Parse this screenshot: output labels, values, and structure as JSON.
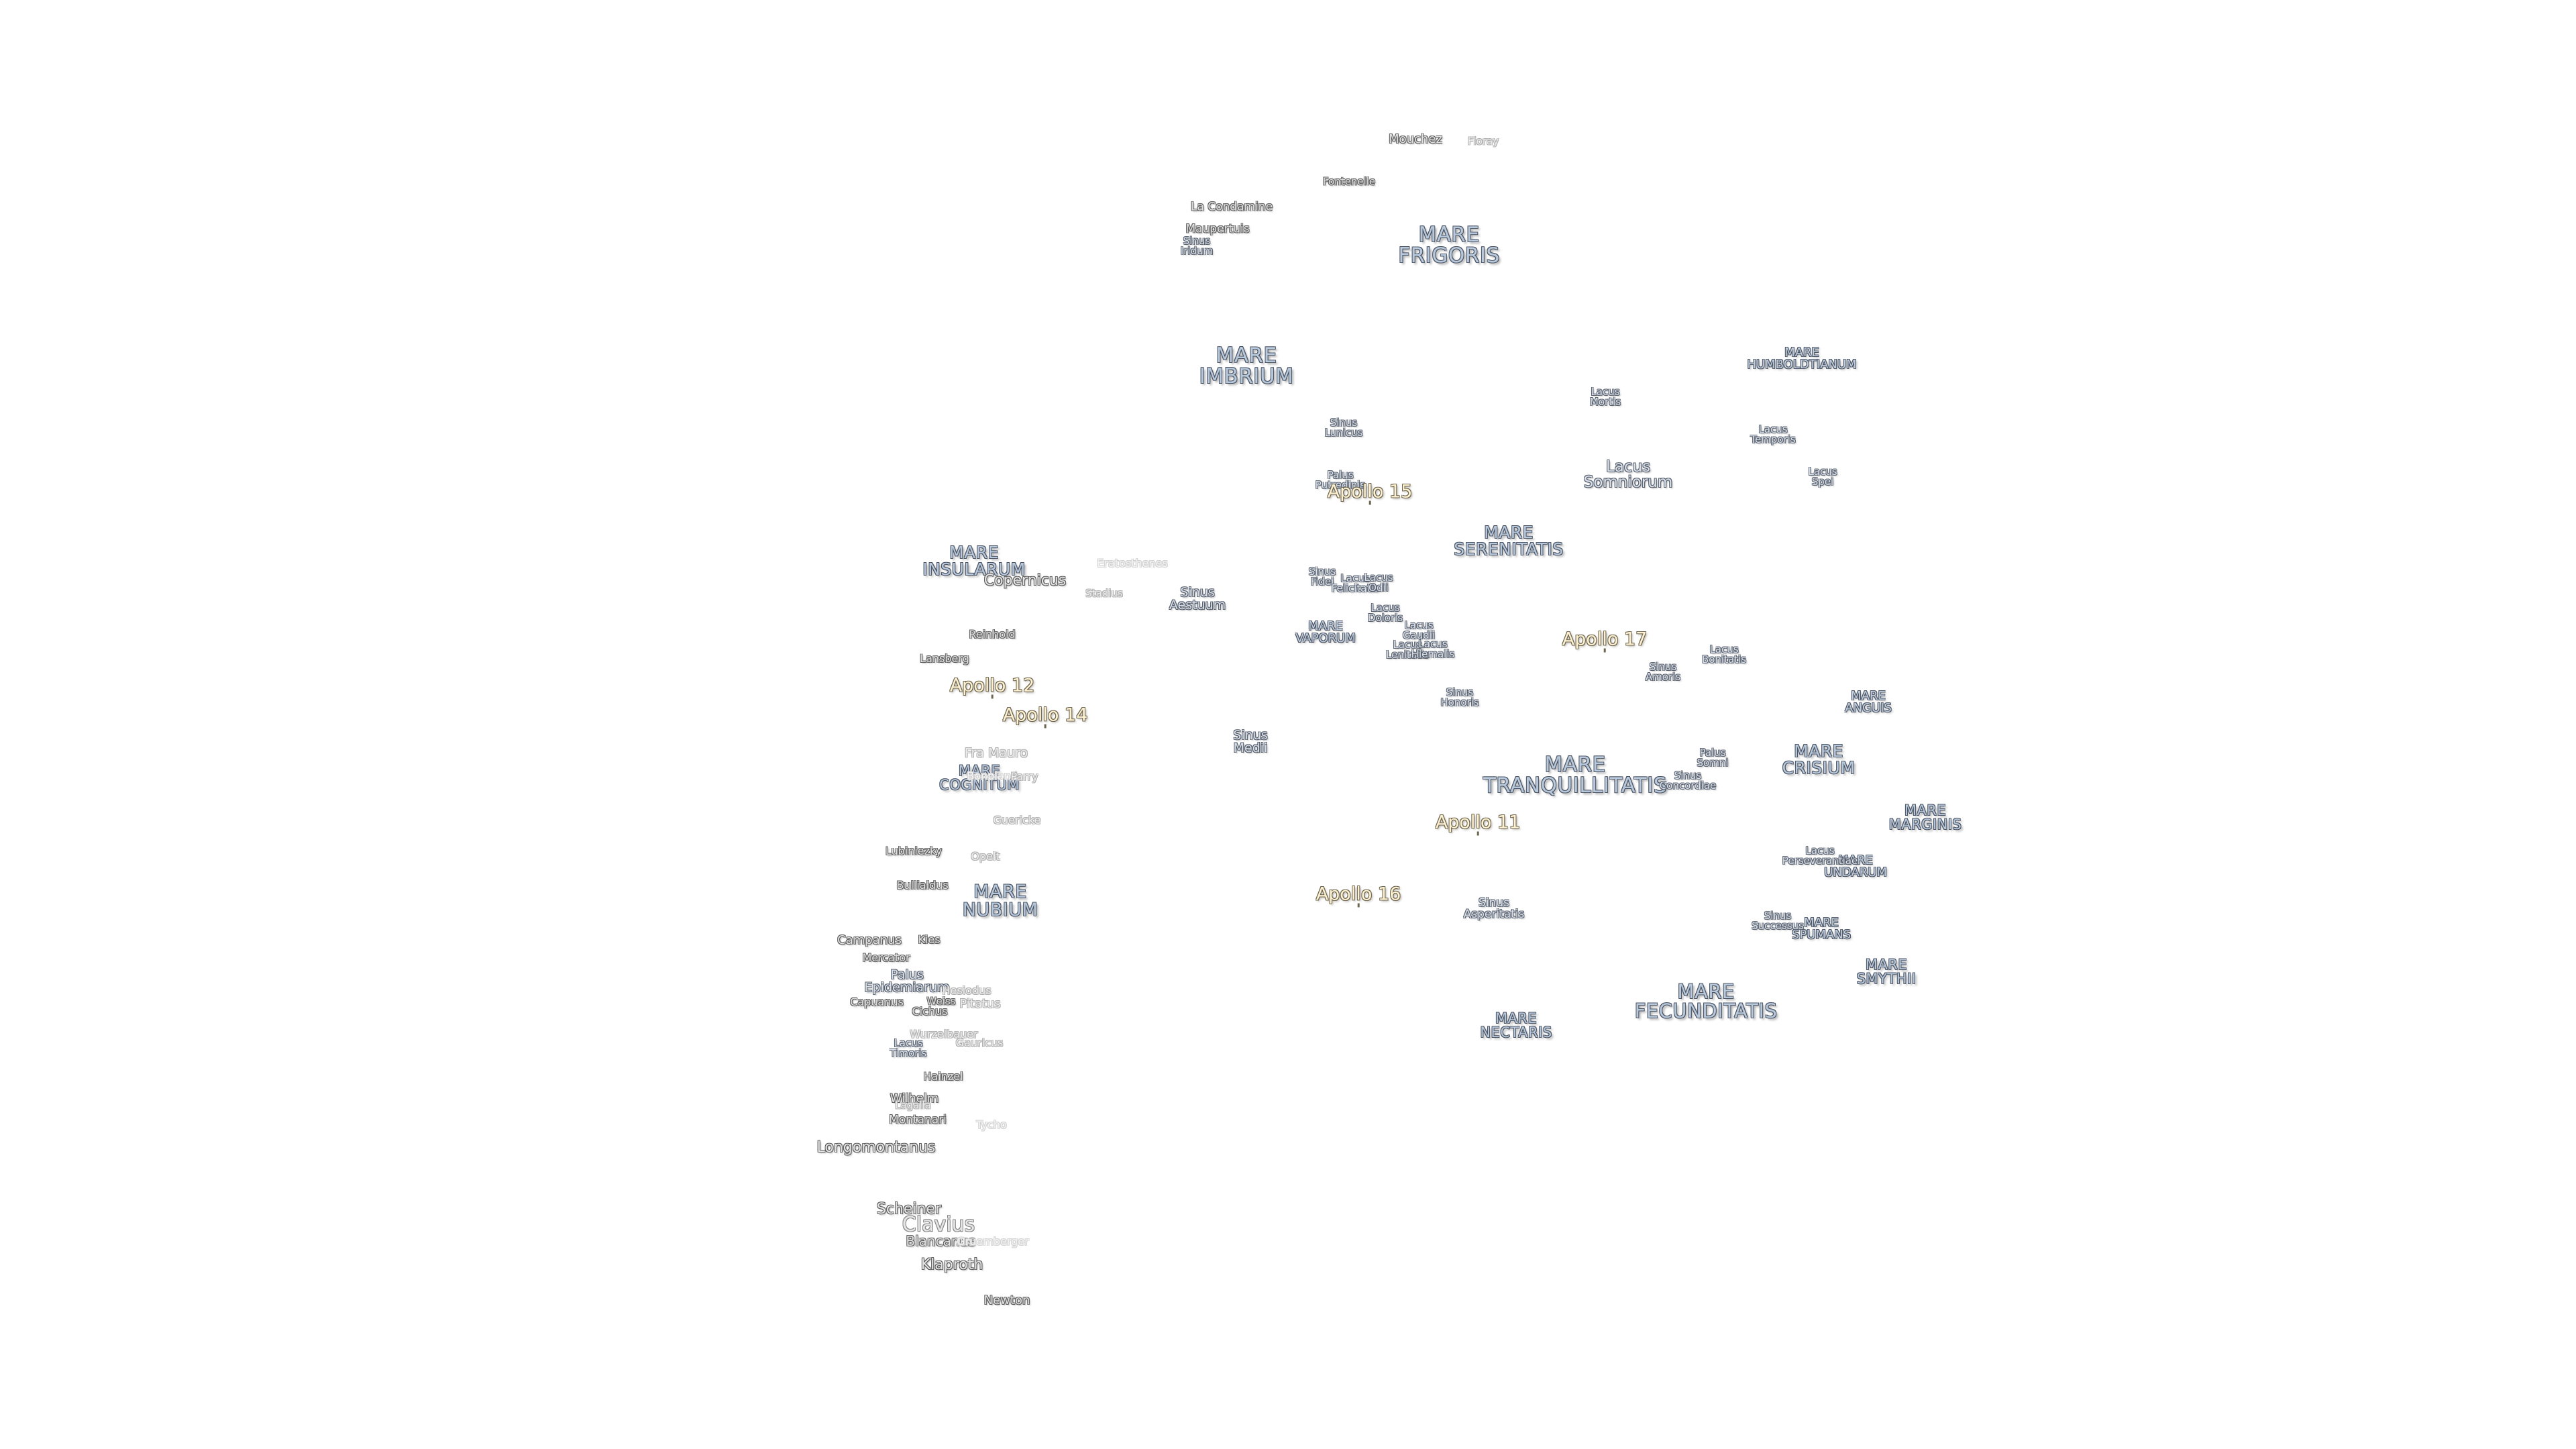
{
  "map": {
    "colors": {
      "mare_fill": "#b9c9dc",
      "mare_outline": "#4c5565",
      "crater_fill": "#e2e2e2",
      "crater_outline": "#5f5f5f",
      "apollo_fill": "#fff2d3",
      "apollo_outline": "#6d6650"
    },
    "maria": [
      {
        "id": "mare-frigoris",
        "text": "MARE\nFRIGORIS"
      },
      {
        "id": "mare-imbrium",
        "text": "MARE\nIMBRIUM"
      },
      {
        "id": "mare-serenitatis",
        "text": "MARE\nSERENITATIS"
      },
      {
        "id": "mare-insularum",
        "text": "MARE\nINSULARUM"
      },
      {
        "id": "mare-tranquillitatis",
        "text": "MARE\nTRANQUILLITATIS"
      },
      {
        "id": "mare-crisium",
        "text": "MARE\nCRISIUM"
      },
      {
        "id": "mare-cognitum",
        "text": "MARE\nCOGNITUM"
      },
      {
        "id": "mare-nubium",
        "text": "MARE\nNUBIUM"
      },
      {
        "id": "mare-fecunditatis",
        "text": "MARE\nFECUNDITATIS"
      },
      {
        "id": "mare-nectaris",
        "text": "MARE\nNECTARIS"
      },
      {
        "id": "mare-marginis",
        "text": "MARE\nMARGINIS"
      },
      {
        "id": "mare-smythii",
        "text": "MARE\nSMYTHII"
      },
      {
        "id": "mare-humboldtianum",
        "text": "MARE\nHUMBOLDTIANUM"
      },
      {
        "id": "mare-vaporum",
        "text": "MARE\nVAPORUM"
      },
      {
        "id": "mare-anguis",
        "text": "MARE\nANGUIS"
      },
      {
        "id": "mare-undarum",
        "text": "MARE\nUNDARUM"
      },
      {
        "id": "mare-spumans",
        "text": "MARE\nSPUMANS"
      }
    ],
    "features": [
      {
        "id": "lacus-somniorum",
        "text": "Lacus\nSomniorum"
      },
      {
        "id": "sinus-aestuum",
        "text": "Sinus\nAestuum"
      },
      {
        "id": "sinus-medii",
        "text": "Sinus\nMedii"
      },
      {
        "id": "sinus-iridum",
        "text": "Sinus\nIridum"
      },
      {
        "id": "sinus-lunicus",
        "text": "Sinus\nLunicus"
      },
      {
        "id": "palus-putredinis",
        "text": "Palus\nPutredinis"
      },
      {
        "id": "lacus-mortis",
        "text": "Lacus\nMortis"
      },
      {
        "id": "lacus-temporis",
        "text": "Lacus\nTemporis"
      },
      {
        "id": "lacus-spei",
        "text": "Lacus\nSpei"
      },
      {
        "id": "sinus-fidei",
        "text": "Sinus\nFidei"
      },
      {
        "id": "lacus-felicitatis",
        "text": "Lacus\nFelicitatis"
      },
      {
        "id": "lacus-odii",
        "text": "Lacus\nOdii"
      },
      {
        "id": "lacus-doloris",
        "text": "Lacus\nDoloris"
      },
      {
        "id": "lacus-gaudii",
        "text": "Lacus\nGaudii"
      },
      {
        "id": "lacus-lenitatis",
        "text": "Lacus\nLenitatis"
      },
      {
        "id": "lacus-hiemalis",
        "text": "Lacus\nHiemalis"
      },
      {
        "id": "sinus-honoris",
        "text": "Sinus\nHonoris"
      },
      {
        "id": "sinus-amoris",
        "text": "Sinus\nAmoris"
      },
      {
        "id": "lacus-bonitatis",
        "text": "Lacus\nBonitatis"
      },
      {
        "id": "palus-somni",
        "text": "Palus\nSomni"
      },
      {
        "id": "sinus-concordiae",
        "text": "Sinus\nConcordiae"
      },
      {
        "id": "lacus-perseverantiae",
        "text": "Lacus\nPerseverantiae"
      },
      {
        "id": "sinus-successus",
        "text": "Sinus\nSuccessus"
      },
      {
        "id": "sinus-asperitatis",
        "text": "Sinus\nAsperitatis"
      },
      {
        "id": "palus-epidemiarum",
        "text": "Palus\nEpidemiarum"
      },
      {
        "id": "lacus-timoris",
        "text": "Lacus\nTimoris"
      }
    ],
    "craters": [
      {
        "id": "mouchez",
        "text": "Mouchez"
      },
      {
        "id": "fontenelle",
        "text": "Fontenelle"
      },
      {
        "id": "la-condamine",
        "text": "La Condamine"
      },
      {
        "id": "maupertuis",
        "text": "Maupertuis"
      },
      {
        "id": "copernicus",
        "text": "Copernicus"
      },
      {
        "id": "reinhold",
        "text": "Reinhold"
      },
      {
        "id": "lansberg",
        "text": "Lansberg"
      },
      {
        "id": "lubiniezky",
        "text": "Lubiniezky"
      },
      {
        "id": "bullialdus",
        "text": "Bullialdus"
      },
      {
        "id": "campanus",
        "text": "Campanus"
      },
      {
        "id": "kies",
        "text": "Kies"
      },
      {
        "id": "mercator",
        "text": "Mercator"
      },
      {
        "id": "capuanus",
        "text": "Capuanus"
      },
      {
        "id": "weiss",
        "text": "Weiss"
      },
      {
        "id": "cichus",
        "text": "Cichus"
      },
      {
        "id": "hainzel",
        "text": "Hainzel"
      },
      {
        "id": "wilhelm",
        "text": "Wilhelm"
      },
      {
        "id": "lagalla",
        "text": "Lagalla"
      },
      {
        "id": "montanari",
        "text": "Montanari"
      },
      {
        "id": "longomontanus",
        "text": "Longomontanus"
      },
      {
        "id": "scheiner",
        "text": "Scheiner"
      },
      {
        "id": "blancanus",
        "text": "Blancanus"
      },
      {
        "id": "klaproth",
        "text": "Klaproth"
      },
      {
        "id": "newton",
        "text": "Newton"
      },
      {
        "id": "clavius",
        "text": "Clavius"
      },
      {
        "id": "opelt",
        "text": "Opelt"
      },
      {
        "id": "guericke",
        "text": "Guericke"
      },
      {
        "id": "fra-mauro",
        "text": "Fra Mauro"
      },
      {
        "id": "bonpland",
        "text": "Bonpland"
      },
      {
        "id": "parry",
        "text": "Parry"
      },
      {
        "id": "hesiodus",
        "text": "Hesiodus"
      },
      {
        "id": "pitatus",
        "text": "Pitatus"
      },
      {
        "id": "gauricus",
        "text": "Gauricus"
      },
      {
        "id": "eratosthenes",
        "text": "Eratosthenes"
      },
      {
        "id": "stadius",
        "text": "Stadius"
      },
      {
        "id": "floray",
        "text": "Floray"
      },
      {
        "id": "wurzelbauer",
        "text": "Wurzelbauer"
      },
      {
        "id": "tycho",
        "text": "Tycho"
      },
      {
        "id": "gruemberger",
        "text": "Gruemberger"
      }
    ],
    "apollo_sites": [
      {
        "id": "apollo-15",
        "text": "Apollo 15"
      },
      {
        "id": "apollo-17",
        "text": "Apollo 17"
      },
      {
        "id": "apollo-12",
        "text": "Apollo 12"
      },
      {
        "id": "apollo-14",
        "text": "Apollo 14"
      },
      {
        "id": "apollo-11",
        "text": "Apollo 11"
      },
      {
        "id": "apollo-16",
        "text": "Apollo 16"
      }
    ]
  }
}
